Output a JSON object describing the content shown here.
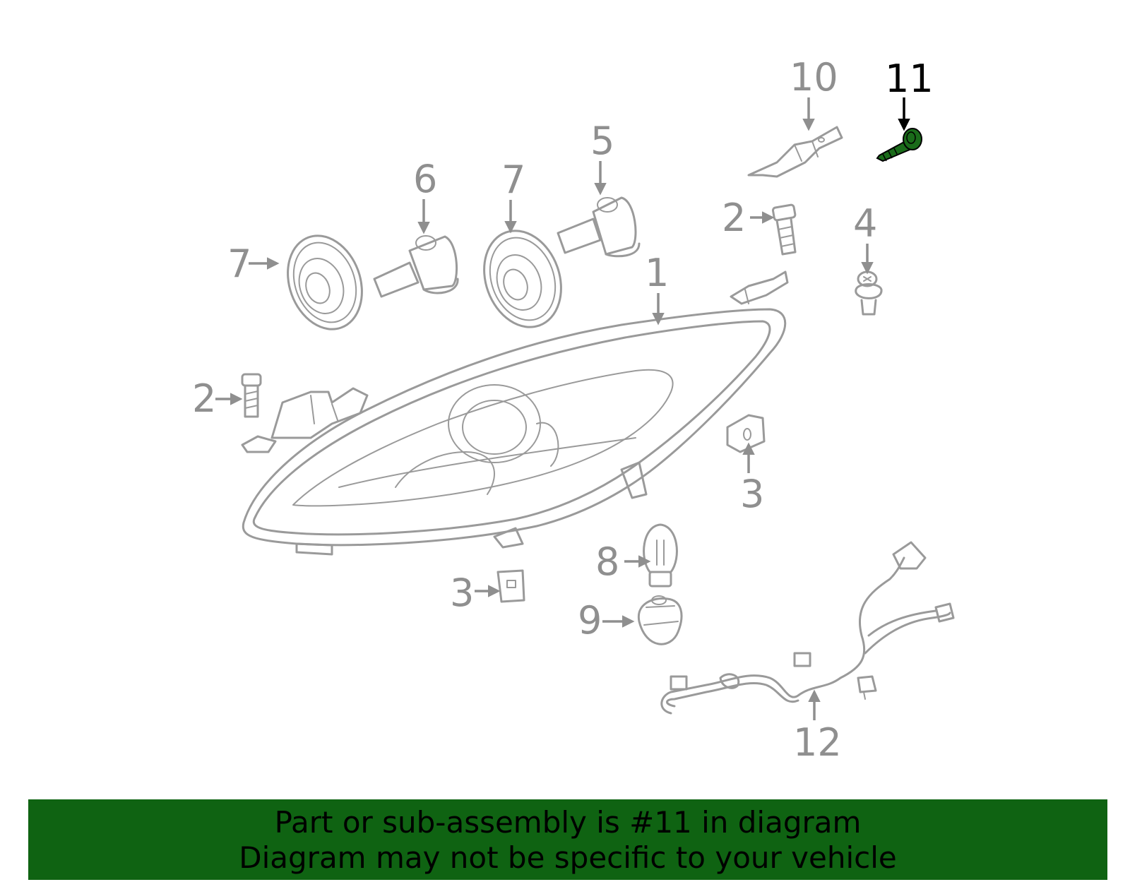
{
  "callouts": {
    "c1": "1",
    "c2a": "2",
    "c2b": "2",
    "c3a": "3",
    "c3b": "3",
    "c4": "4",
    "c5": "5",
    "c6": "6",
    "c7a": "7",
    "c7b": "7",
    "c8": "8",
    "c9": "9",
    "c10": "10",
    "c11": "11",
    "c12": "12"
  },
  "highlighted_part": "11",
  "colors": {
    "line_art": "#9a9a9a",
    "highlight_part": "#1a6b1a",
    "banner_bg": "#0f6312",
    "banner_text": "#000000"
  },
  "banner": {
    "line1": "Part or sub-assembly is #11 in diagram",
    "line2": "Diagram may not be specific to your vehicle"
  }
}
